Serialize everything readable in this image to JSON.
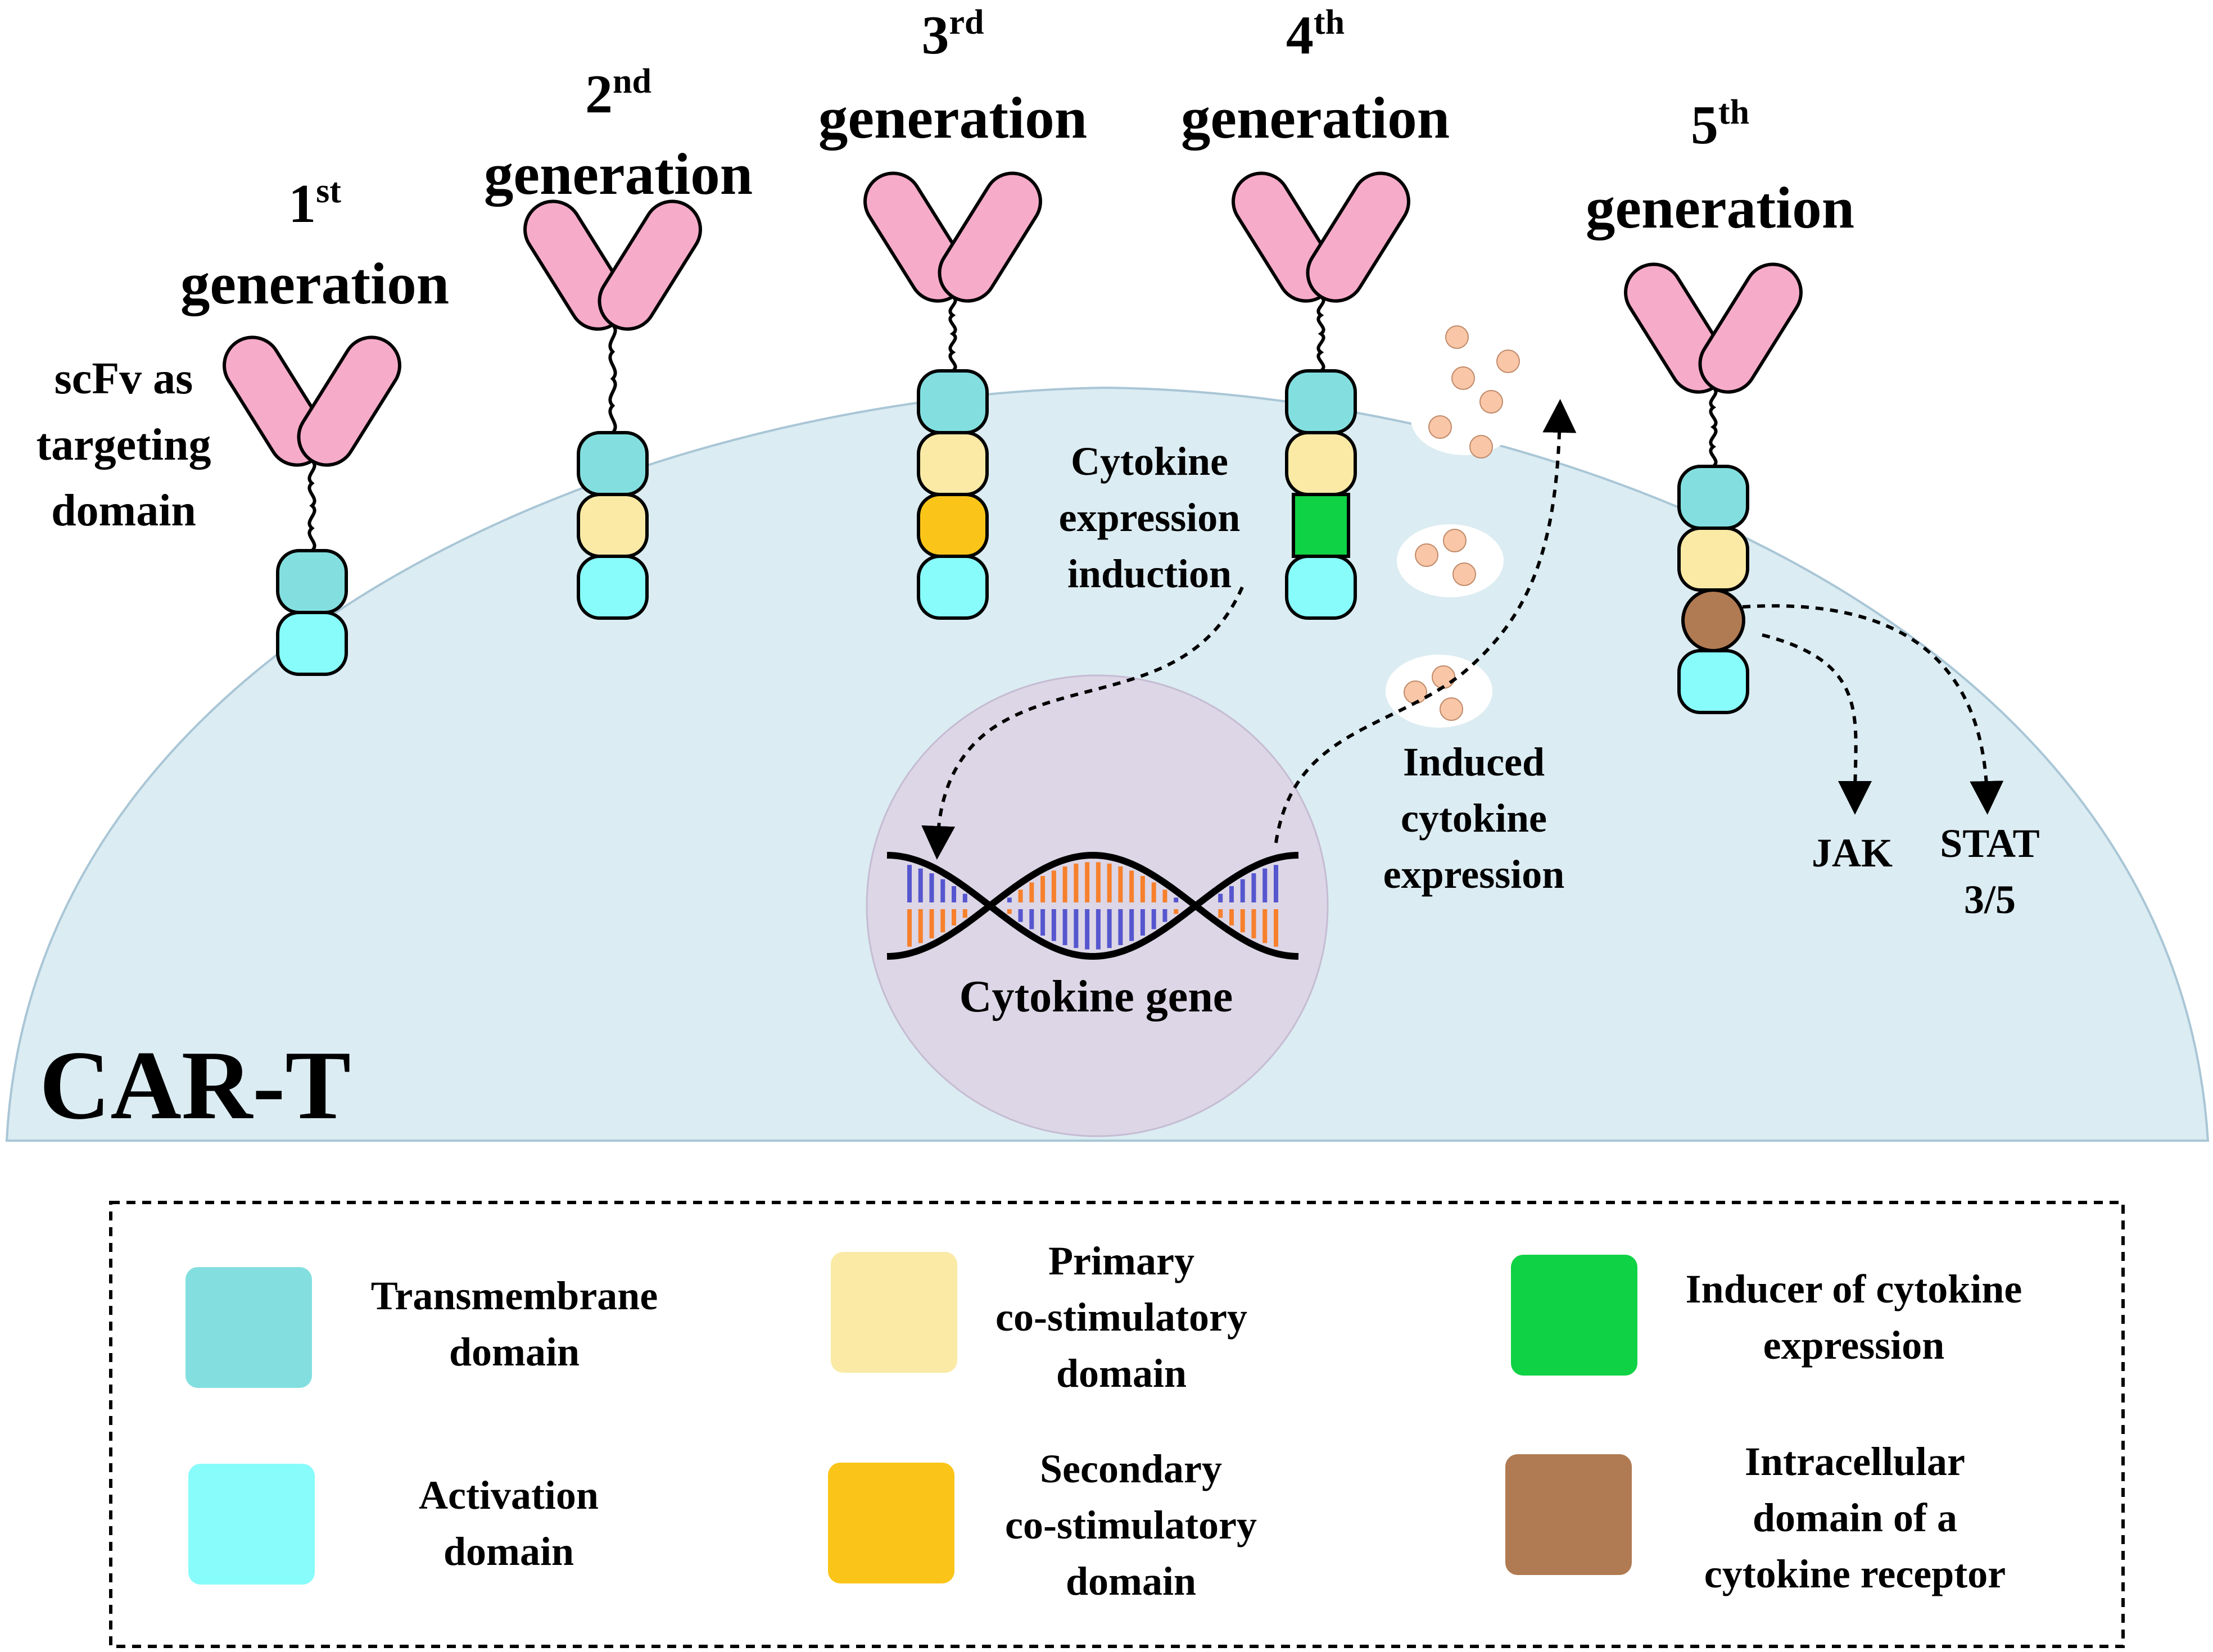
{
  "colors": {
    "cell_fill": "#dbecf2",
    "cell_stroke": "#a9c6d6",
    "nucleus_fill": "#dcd6e6",
    "scfv_pink": "#f6abc9",
    "transmembrane": "#83dfdf",
    "activation": "#88fbfb",
    "primary_costim": "#faeaa5",
    "secondary_costim": "#fac518",
    "inducer": "#0fd244",
    "receptor": "#b07a52",
    "cytokine_dot": "#f9c7a7",
    "dna_blue": "#5656cf",
    "dna_orange": "#f7802c"
  },
  "generations": [
    {
      "num": "1",
      "sup": "st",
      "label": "generation"
    },
    {
      "num": "2",
      "sup": "nd",
      "label": "generation"
    },
    {
      "num": "3",
      "sup": "rd",
      "label": "generation"
    },
    {
      "num": "4",
      "sup": "th",
      "label": "generation"
    },
    {
      "num": "5",
      "sup": "th",
      "label": "generation"
    }
  ],
  "scfv_label": [
    "scFv as",
    "targeting",
    "domain"
  ],
  "cytokine_induction": [
    "Cytokine",
    "expression",
    "induction"
  ],
  "induced_expression": [
    "Induced",
    "cytokine",
    "expression"
  ],
  "gene_label": "Cytokine gene",
  "jak": "JAK",
  "stat": [
    "STAT",
    "3/5"
  ],
  "cell_label": "CAR-T",
  "legend": [
    {
      "icon": "transmembrane-domain-swatch",
      "color": "#83dfdf",
      "lines": [
        "Transmembrane",
        "domain"
      ]
    },
    {
      "icon": "primary-costim-swatch",
      "color": "#faeaa5",
      "lines": [
        "Primary",
        "co-stimulatory",
        "domain"
      ]
    },
    {
      "icon": "inducer-swatch",
      "color": "#0fd244",
      "lines": [
        "Inducer of cytokine",
        "expression"
      ]
    },
    {
      "icon": "activation-domain-swatch",
      "color": "#88fbfb",
      "lines": [
        "Activation",
        "domain"
      ]
    },
    {
      "icon": "secondary-costim-swatch",
      "color": "#fac518",
      "lines": [
        "Secondary",
        "co-stimulatory",
        "domain"
      ]
    },
    {
      "icon": "receptor-domain-swatch",
      "color": "#b07a52",
      "lines": [
        "Intracellular",
        "domain of a",
        "cytokine receptor"
      ]
    }
  ]
}
